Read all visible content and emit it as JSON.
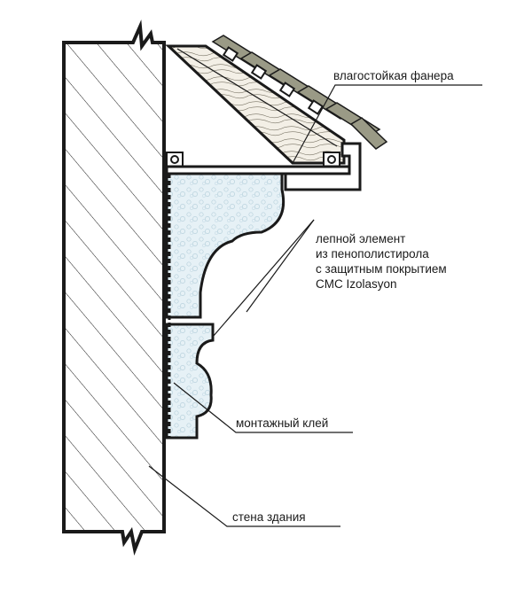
{
  "labels": {
    "plywood": "влагостойкая фанера",
    "foam_line1": "лепной элемент",
    "foam_line2": "из пенополистирола",
    "foam_line3": "с защитным покрытием",
    "foam_line4": "CMC Izolasyon",
    "glue": "монтажный клей",
    "wall": "стена здания"
  },
  "colors": {
    "stroke": "#1a1a1a",
    "foam_fill": "#e6f1f6",
    "roof_tile": "#9a9a86",
    "plywood_fill": "#f3efe6"
  }
}
